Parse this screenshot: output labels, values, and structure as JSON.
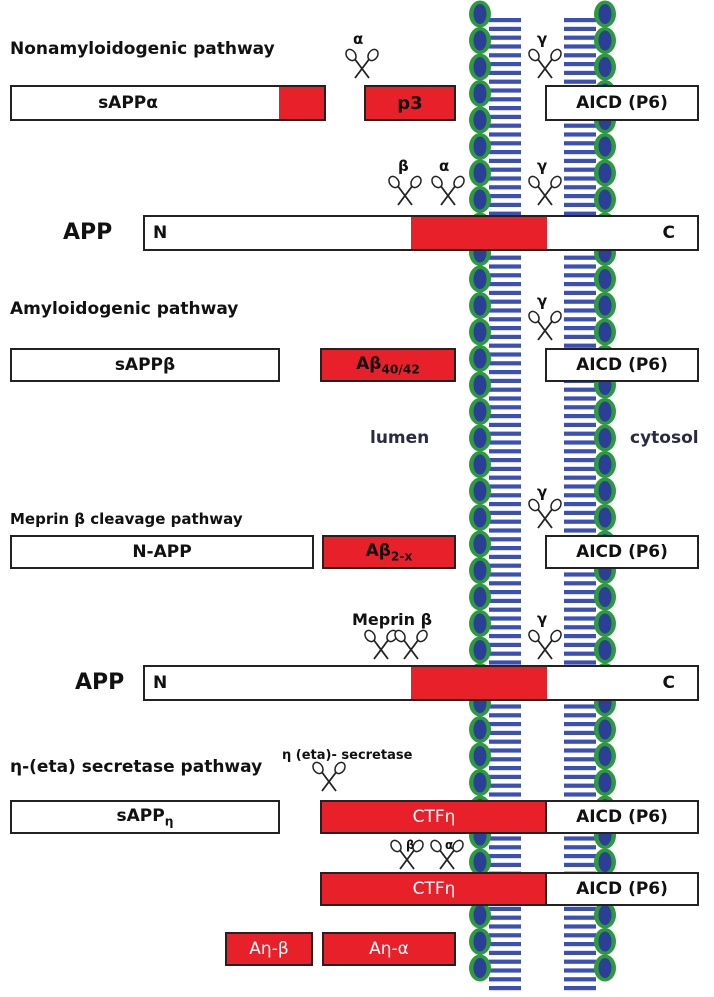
{
  "pathways": {
    "nonamyloidogenic": "Nonamyloidogenic pathway",
    "amyloidogenic": "Amyloidogenic pathway",
    "meprin": "Meprin β cleavage pathway",
    "eta": "η-(eta) secretase pathway"
  },
  "fragments": {
    "sAPPalpha": "sAPPα",
    "p3": "p3",
    "aicd": "AICD (P6)",
    "app": "APP",
    "n_term": "N",
    "c_term": "C",
    "sAPPbeta": "sAPPβ",
    "abeta_main": "Aβ",
    "abeta_sub": "40/42",
    "nAPP": "N-APP",
    "abeta2_main": "Aβ",
    "abeta2_sub": "2-x",
    "sAPPeta_main": "sAPP",
    "sAPPeta_sub": "η",
    "ctfEta": "CTFη",
    "aEtaBeta": "Aη-β",
    "aEtaAlpha": "Aη-α"
  },
  "compartments": {
    "lumen": "lumen",
    "cytosol": "cytosol"
  },
  "enzymes": {
    "alpha": "α",
    "beta": "β",
    "gamma": "γ",
    "meprin": "Meprin β",
    "eta": "η (eta)- secretase"
  },
  "colors": {
    "fragment_red": "#e8202a",
    "membrane_green": "#2e9a3e",
    "membrane_blue": "#2a3f95",
    "tail_blue": "#3b4fb5"
  },
  "icons": [
    "scissors-icon"
  ]
}
